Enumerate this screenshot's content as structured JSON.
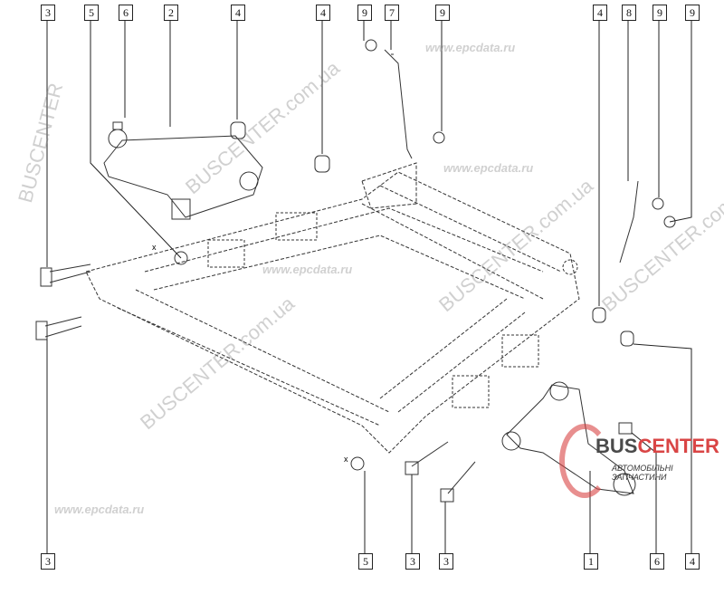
{
  "top_callouts": [
    "3",
    "5",
    "6",
    "2",
    "4",
    "4",
    "9",
    "7",
    "9",
    "4",
    "8",
    "9",
    "9"
  ],
  "bottom_callouts": [
    "3",
    "5",
    "3",
    "3",
    "1",
    "6",
    "4"
  ],
  "axis_marks": [
    "x",
    "x"
  ],
  "watermarks": {
    "bus": "BUSCENTER",
    "bus_suffix": ".com.ua",
    "epc": "www.epcdata.ru"
  },
  "logo": {
    "title_a": "BUS",
    "title_b": "CENTER",
    "subtitle": "АВТОМОБІЛЬНІ ЗАПЧАСТИНИ"
  }
}
